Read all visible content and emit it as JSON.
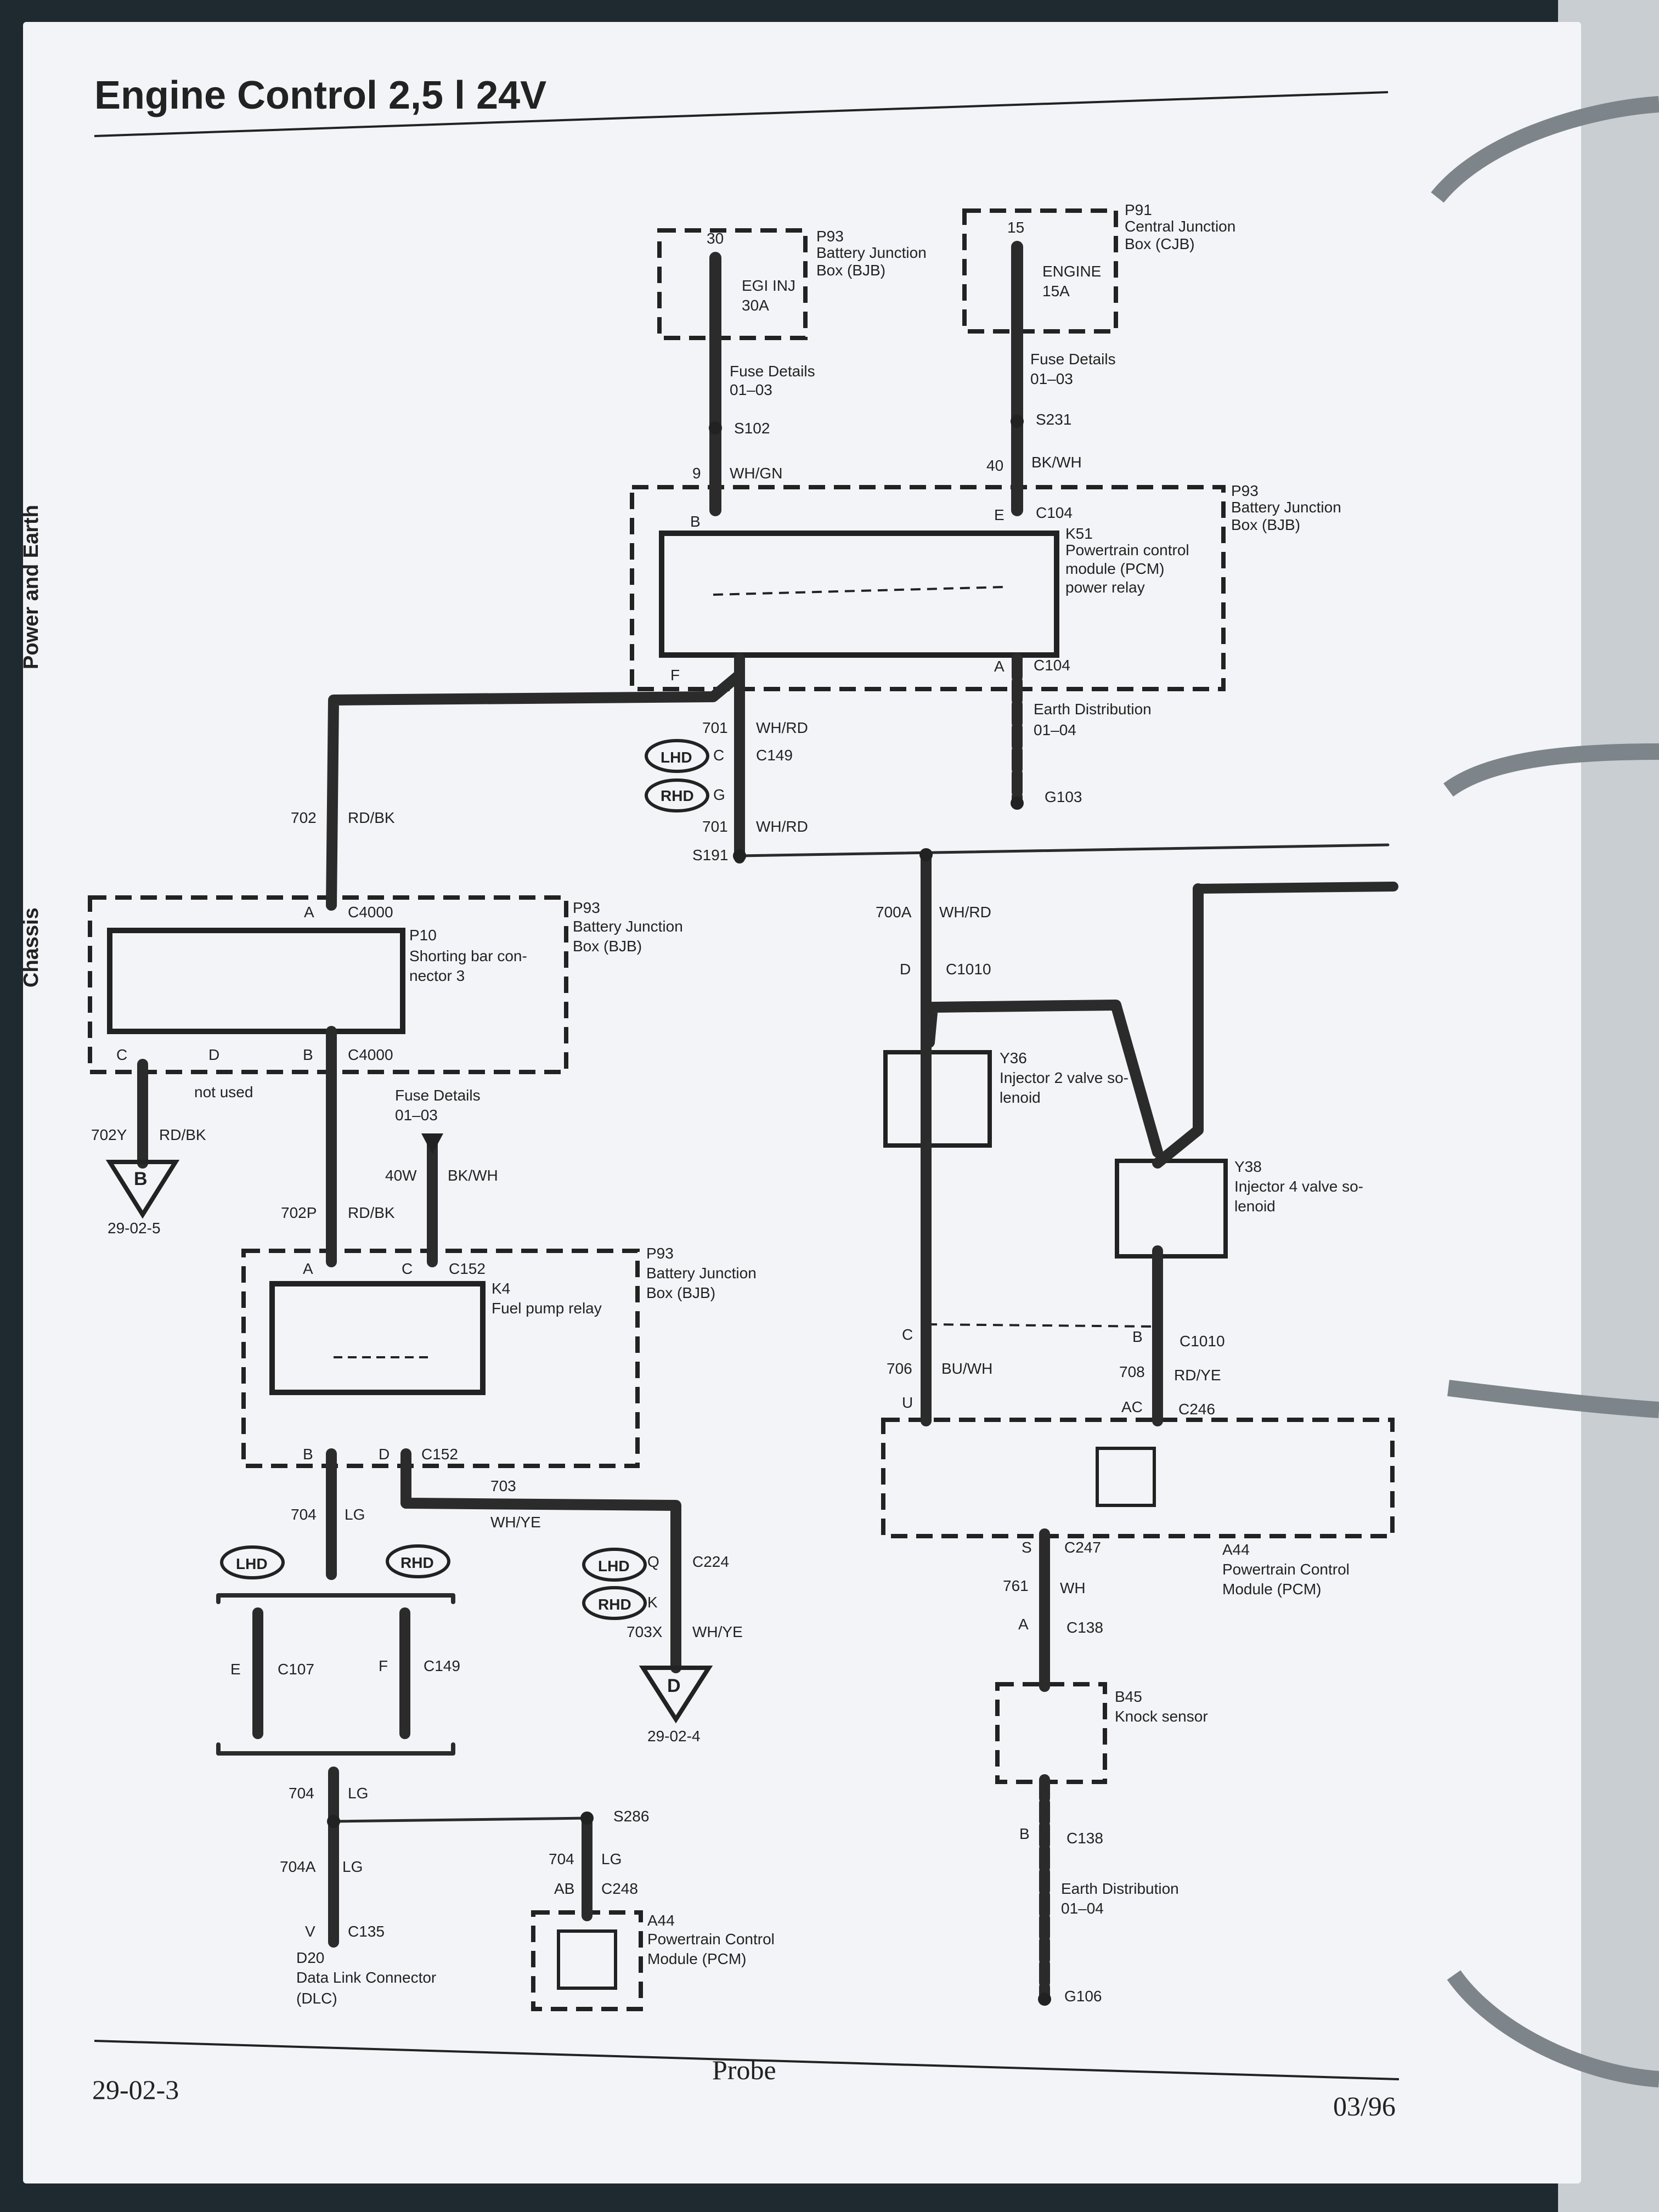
{
  "page": {
    "title": "Engine Control 2,5 l 24V",
    "footer_left": "29-02-3",
    "footer_center": "Probe",
    "footer_right": "03/96",
    "side_tabs": [
      "Power and Earth",
      "Chassis"
    ]
  },
  "labels": [
    {
      "id": "t30",
      "text": "30"
    },
    {
      "id": "egi",
      "text": "EGI INJ"
    },
    {
      "id": "a30",
      "text": "30A"
    },
    {
      "id": "p93a1",
      "text": "P93"
    },
    {
      "id": "p93a2",
      "text": "Battery Junction"
    },
    {
      "id": "p93a3",
      "text": "Box (BJB)"
    },
    {
      "id": "t15",
      "text": "15"
    },
    {
      "id": "eng",
      "text": "ENGINE"
    },
    {
      "id": "a15",
      "text": "15A"
    },
    {
      "id": "p91a",
      "text": "P91"
    },
    {
      "id": "p91b",
      "text": "Central Junction"
    },
    {
      "id": "p91c",
      "text": "Box (CJB)"
    },
    {
      "id": "fd1a",
      "text": "Fuse Details"
    },
    {
      "id": "fd1b",
      "text": "01–03"
    },
    {
      "id": "fd2a",
      "text": "Fuse Details"
    },
    {
      "id": "fd2b",
      "text": "01–03"
    },
    {
      "id": "s102",
      "text": "S102"
    },
    {
      "id": "s231",
      "text": "S231"
    },
    {
      "id": "w9",
      "text": "9"
    },
    {
      "id": "whgn",
      "text": "WH/GN"
    },
    {
      "id": "w40",
      "text": "40"
    },
    {
      "id": "bkwh1",
      "text": "BK/WH"
    },
    {
      "id": "pinB1",
      "text": "B"
    },
    {
      "id": "pinE",
      "text": "E"
    },
    {
      "id": "c104a",
      "text": "C104"
    },
    {
      "id": "p93b1",
      "text": "P93"
    },
    {
      "id": "p93b2",
      "text": "Battery Junction"
    },
    {
      "id": "p93b3",
      "text": "Box (BJB)"
    },
    {
      "id": "k51a",
      "text": "K51"
    },
    {
      "id": "k51b",
      "text": "Powertrain control"
    },
    {
      "id": "k51c",
      "text": "module (PCM)"
    },
    {
      "id": "k51d",
      "text": "power relay"
    },
    {
      "id": "pinF",
      "text": "F"
    },
    {
      "id": "pinA1",
      "text": "A"
    },
    {
      "id": "c104b",
      "text": "C104"
    },
    {
      "id": "ed1a",
      "text": "Earth Distribution"
    },
    {
      "id": "ed1b",
      "text": "01–04"
    },
    {
      "id": "g103",
      "text": "G103"
    },
    {
      "id": "w701a",
      "text": "701"
    },
    {
      "id": "whrd1",
      "text": "WH/RD"
    },
    {
      "id": "lhd1",
      "text": "LHD"
    },
    {
      "id": "pinC1",
      "text": "C"
    },
    {
      "id": "c149a",
      "text": "C149"
    },
    {
      "id": "rhd1",
      "text": "RHD"
    },
    {
      "id": "pinG",
      "text": "G"
    },
    {
      "id": "w701b",
      "text": "701"
    },
    {
      "id": "whrd2",
      "text": "WH/RD"
    },
    {
      "id": "s191",
      "text": "S191"
    },
    {
      "id": "w702",
      "text": "702"
    },
    {
      "id": "rdbk1",
      "text": "RD/BK"
    },
    {
      "id": "pinA2",
      "text": "A"
    },
    {
      "id": "c4000a",
      "text": "C4000"
    },
    {
      "id": "p93c1",
      "text": "P93"
    },
    {
      "id": "p93c2",
      "text": "Battery Junction"
    },
    {
      "id": "p93c3",
      "text": "Box (BJB)"
    },
    {
      "id": "p10a",
      "text": "P10"
    },
    {
      "id": "p10b",
      "text": "Shorting bar con-"
    },
    {
      "id": "p10c",
      "text": "nector 3"
    },
    {
      "id": "pinC2",
      "text": "C"
    },
    {
      "id": "pinD1",
      "text": "D"
    },
    {
      "id": "pinB2",
      "text": "B"
    },
    {
      "id": "c4000b",
      "text": "C4000"
    },
    {
      "id": "notused",
      "text": "not used"
    },
    {
      "id": "fd3a",
      "text": "Fuse Details"
    },
    {
      "id": "fd3b",
      "text": "01–03"
    },
    {
      "id": "w702y",
      "text": "702Y"
    },
    {
      "id": "rdbk2",
      "text": "RD/BK"
    },
    {
      "id": "ref1",
      "text": "29-02-5"
    },
    {
      "id": "w40w",
      "text": "40W"
    },
    {
      "id": "bkwh2",
      "text": "BK/WH"
    },
    {
      "id": "w702p",
      "text": "702P"
    },
    {
      "id": "rdbk3",
      "text": "RD/BK"
    },
    {
      "id": "pinA3",
      "text": "A"
    },
    {
      "id": "pinC3",
      "text": "C"
    },
    {
      "id": "c152a",
      "text": "C152"
    },
    {
      "id": "p93d1",
      "text": "P93"
    },
    {
      "id": "p93d2",
      "text": "Battery Junction"
    },
    {
      "id": "p93d3",
      "text": "Box (BJB)"
    },
    {
      "id": "k4a",
      "text": "K4"
    },
    {
      "id": "k4b",
      "text": "Fuel pump relay"
    },
    {
      "id": "pinB3",
      "text": "B"
    },
    {
      "id": "pinD2",
      "text": "D"
    },
    {
      "id": "c152b",
      "text": "C152"
    },
    {
      "id": "w704a",
      "text": "704"
    },
    {
      "id": "lg1",
      "text": "LG"
    },
    {
      "id": "w703",
      "text": "703"
    },
    {
      "id": "whye1",
      "text": "WH/YE"
    },
    {
      "id": "lhd2",
      "text": "LHD"
    },
    {
      "id": "rhd2",
      "text": "RHD"
    },
    {
      "id": "lhd3",
      "text": "LHD"
    },
    {
      "id": "pinQ",
      "text": "Q"
    },
    {
      "id": "c224",
      "text": "C224"
    },
    {
      "id": "rhd3",
      "text": "RHD"
    },
    {
      "id": "pinK",
      "text": "K"
    },
    {
      "id": "w703x",
      "text": "703X"
    },
    {
      "id": "whye2",
      "text": "WH/YE"
    },
    {
      "id": "ref2",
      "text": "29-02-4"
    },
    {
      "id": "pinE2",
      "text": "E"
    },
    {
      "id": "c107",
      "text": "C107"
    },
    {
      "id": "pinF2",
      "text": "F"
    },
    {
      "id": "c149b",
      "text": "C149"
    },
    {
      "id": "w704b",
      "text": "704"
    },
    {
      "id": "lg2",
      "text": "LG"
    },
    {
      "id": "w704c",
      "text": "704A"
    },
    {
      "id": "lg3",
      "text": "LG"
    },
    {
      "id": "s286",
      "text": "S286"
    },
    {
      "id": "w704d",
      "text": "704"
    },
    {
      "id": "lg4",
      "text": "LG"
    },
    {
      "id": "pinAB",
      "text": "AB"
    },
    {
      "id": "c248",
      "text": "C248"
    },
    {
      "id": "pinV",
      "text": "V"
    },
    {
      "id": "c135",
      "text": "C135"
    },
    {
      "id": "d20a",
      "text": "D20"
    },
    {
      "id": "d20b",
      "text": "Data Link Connector"
    },
    {
      "id": "d20c",
      "text": "(DLC)"
    },
    {
      "id": "a44a1",
      "text": "A44"
    },
    {
      "id": "a44a2",
      "text": "Powertrain Control"
    },
    {
      "id": "a44a3",
      "text": "Module (PCM)"
    },
    {
      "id": "w700a",
      "text": "700A"
    },
    {
      "id": "whrd3",
      "text": "WH/RD"
    },
    {
      "id": "pinD3",
      "text": "D"
    },
    {
      "id": "c1010a",
      "text": "C1010"
    },
    {
      "id": "y36a",
      "text": "Y36"
    },
    {
      "id": "y36b",
      "text": "Injector 2 valve so-"
    },
    {
      "id": "y36c",
      "text": "lenoid"
    },
    {
      "id": "y38a",
      "text": "Y38"
    },
    {
      "id": "y38b",
      "text": "Injector 4 valve so-"
    },
    {
      "id": "y38c",
      "text": "lenoid"
    },
    {
      "id": "pinC4",
      "text": "C"
    },
    {
      "id": "pinB4",
      "text": "B"
    },
    {
      "id": "c1010b",
      "text": "C1010"
    },
    {
      "id": "w706",
      "text": "706"
    },
    {
      "id": "buwh",
      "text": "BU/WH"
    },
    {
      "id": "w708",
      "text": "708"
    },
    {
      "id": "rdye",
      "text": "RD/YE"
    },
    {
      "id": "pinU",
      "text": "U"
    },
    {
      "id": "pinAC",
      "text": "AC"
    },
    {
      "id": "c246",
      "text": "C246"
    },
    {
      "id": "pinS",
      "text": "S"
    },
    {
      "id": "c247",
      "text": "C247"
    },
    {
      "id": "a44b1",
      "text": "A44"
    },
    {
      "id": "a44b2",
      "text": "Powertrain Control"
    },
    {
      "id": "a44b3",
      "text": "Module (PCM)"
    },
    {
      "id": "w761",
      "text": "761"
    },
    {
      "id": "wh1",
      "text": "WH"
    },
    {
      "id": "pinA4",
      "text": "A"
    },
    {
      "id": "c138a",
      "text": "C138"
    },
    {
      "id": "b45a",
      "text": "B45"
    },
    {
      "id": "b45b",
      "text": "Knock sensor"
    },
    {
      "id": "pinB5",
      "text": "B"
    },
    {
      "id": "c138b",
      "text": "C138"
    },
    {
      "id": "ed2a",
      "text": "Earth Distribution"
    },
    {
      "id": "ed2b",
      "text": "01–04"
    },
    {
      "id": "g106",
      "text": "G106"
    },
    {
      "id": "refB",
      "text": "B"
    },
    {
      "id": "refD",
      "text": "D"
    }
  ]
}
